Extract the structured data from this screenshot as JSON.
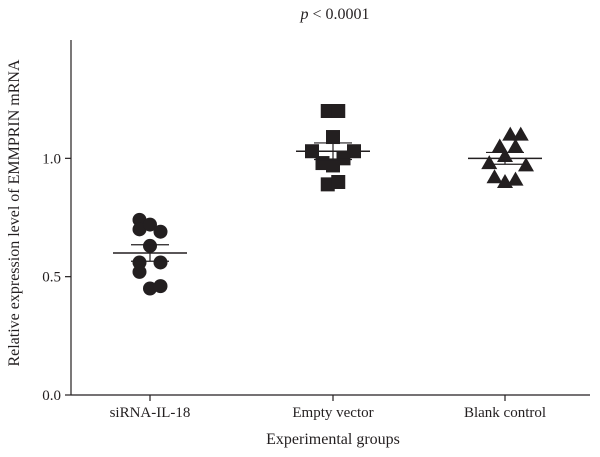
{
  "chart_data": {
    "type": "scatter",
    "title": "p < 0.0001",
    "title_italic_part": "p",
    "title_rest": " < 0.0001",
    "xlabel": "Experimental groups",
    "ylabel": "Relative expression level of EMMPRIN mRNA",
    "ylim": [
      0,
      1.5
    ],
    "yticks": [
      0.0,
      0.5,
      1.0
    ],
    "ytick_labels": [
      "0.0",
      "0.5",
      "1.0"
    ],
    "categories": [
      "siRNA-IL-18",
      "Empty vector",
      "Blank control"
    ],
    "grid": false,
    "series": [
      {
        "category": "siRNA-IL-18",
        "marker": "circle",
        "points": [
          {
            "offset": -1.0,
            "y": 0.74
          },
          {
            "offset": -1.0,
            "y": 0.7
          },
          {
            "offset": 0.0,
            "y": 0.72
          },
          {
            "offset": 1.0,
            "y": 0.69
          },
          {
            "offset": 0.0,
            "y": 0.63
          },
          {
            "offset": -1.0,
            "y": 0.56
          },
          {
            "offset": 1.0,
            "y": 0.56
          },
          {
            "offset": -1.0,
            "y": 0.52
          },
          {
            "offset": 0.0,
            "y": 0.45
          },
          {
            "offset": 1.0,
            "y": 0.46
          }
        ],
        "mean": 0.6,
        "sem": 0.035
      },
      {
        "category": "Empty vector",
        "marker": "square",
        "points": [
          {
            "offset": -0.5,
            "y": 1.2
          },
          {
            "offset": 0.5,
            "y": 1.2
          },
          {
            "offset": -2.0,
            "y": 1.03
          },
          {
            "offset": 0.0,
            "y": 1.09
          },
          {
            "offset": 2.0,
            "y": 1.03
          },
          {
            "offset": -1.0,
            "y": 0.98
          },
          {
            "offset": 1.0,
            "y": 1.0
          },
          {
            "offset": 0.0,
            "y": 0.97
          },
          {
            "offset": -0.5,
            "y": 0.89
          },
          {
            "offset": 0.5,
            "y": 0.9
          }
        ],
        "mean": 1.03,
        "sem": 0.035
      },
      {
        "category": "Blank control",
        "marker": "triangle",
        "points": [
          {
            "offset": 0.5,
            "y": 1.1
          },
          {
            "offset": 1.5,
            "y": 1.1
          },
          {
            "offset": -0.5,
            "y": 1.05
          },
          {
            "offset": 1.0,
            "y": 1.05
          },
          {
            "offset": -1.5,
            "y": 0.98
          },
          {
            "offset": 0.0,
            "y": 1.01
          },
          {
            "offset": 2.0,
            "y": 0.97
          },
          {
            "offset": -1.0,
            "y": 0.92
          },
          {
            "offset": 0.0,
            "y": 0.9
          },
          {
            "offset": 1.0,
            "y": 0.91
          }
        ],
        "mean": 1.0,
        "sem": 0.025
      }
    ]
  }
}
